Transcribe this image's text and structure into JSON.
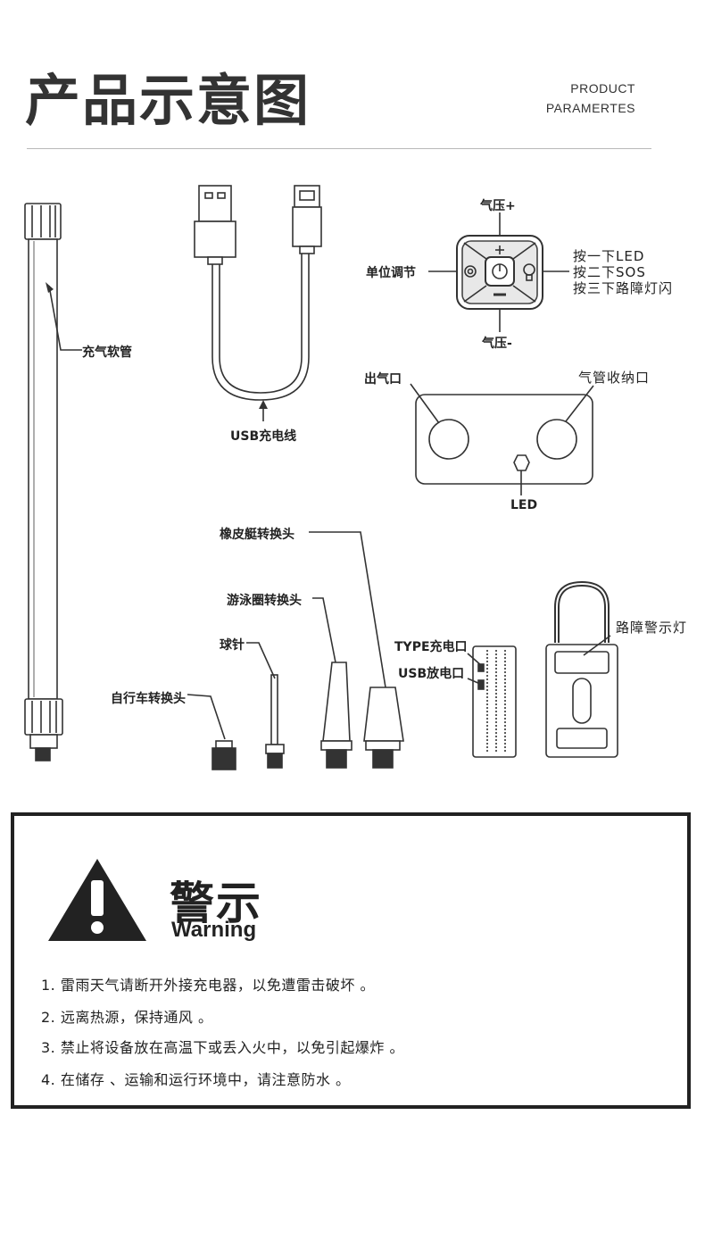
{
  "header": {
    "title": "产品示意图",
    "subtitle_line1": "PRODUCT",
    "subtitle_line2": "PARAMERTES"
  },
  "labels": {
    "hose": "充气软管",
    "usb_cable": "USB充电线",
    "pressure_up": "气压+",
    "pressure_down": "气压-",
    "unit_adjust": "单位调节",
    "press_once": "按一下LED",
    "press_twice": "按二下SOS",
    "press_thrice": "按三下路障灯闪",
    "air_outlet": "出气口",
    "hose_storage": "气管收纳口",
    "led": "LED",
    "rubber_boat": "橡皮艇转换头",
    "swim_ring": "游泳圈转换头",
    "ball_needle": "球针",
    "bicycle": "自行车转换头",
    "type_c": "TYPE充电口",
    "usb_out": "USB放电口",
    "roadblock_light": "路障警示灯"
  },
  "warning": {
    "title": "警示",
    "subtitle": "Warning",
    "items": [
      "1. 雷雨天气请断开外接充电器，以免遭雷击破坏 。",
      "2. 远离热源，保持通风 。",
      "3. 禁止将设备放在高温下或丢入火中，以免引起爆炸 。",
      "4. 在储存 、运输和运行环境中，请注意防水 。"
    ]
  }
}
